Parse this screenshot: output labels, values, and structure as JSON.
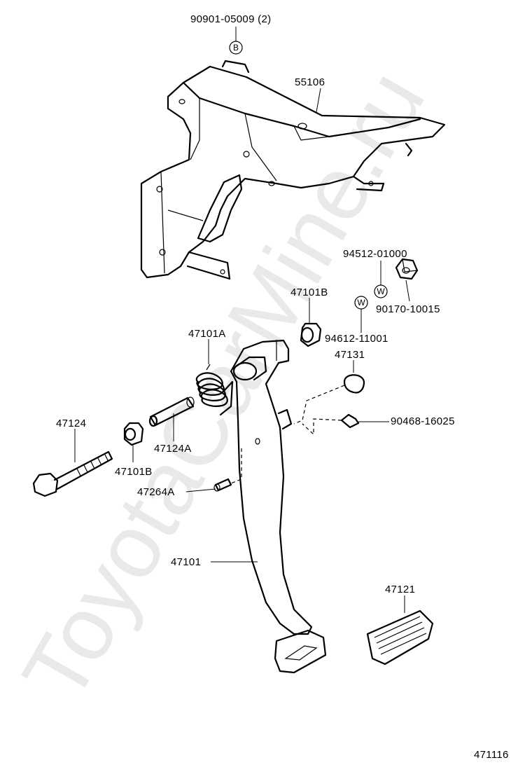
{
  "watermark": "ToyotaCarMine.ru",
  "diagram_id": "471116",
  "labels": {
    "bolt_pn": "90901-05009 (2)",
    "bolt_symbol": "B",
    "bracket": "55106",
    "washer_w1_pn": "94512-01000",
    "washer_symbol": "W",
    "nut": "90170-10015",
    "bushing_upper": "47101B",
    "washer_w2_pn": "94612-11001",
    "spring": "47101A",
    "stopper": "47131",
    "pin": "90468-16025",
    "bolt_main": "47124",
    "collar": "47124A",
    "bushing_lower": "47101B",
    "clevis_pin": "47264A",
    "pedal": "47101",
    "pedal_pad": "47121"
  }
}
